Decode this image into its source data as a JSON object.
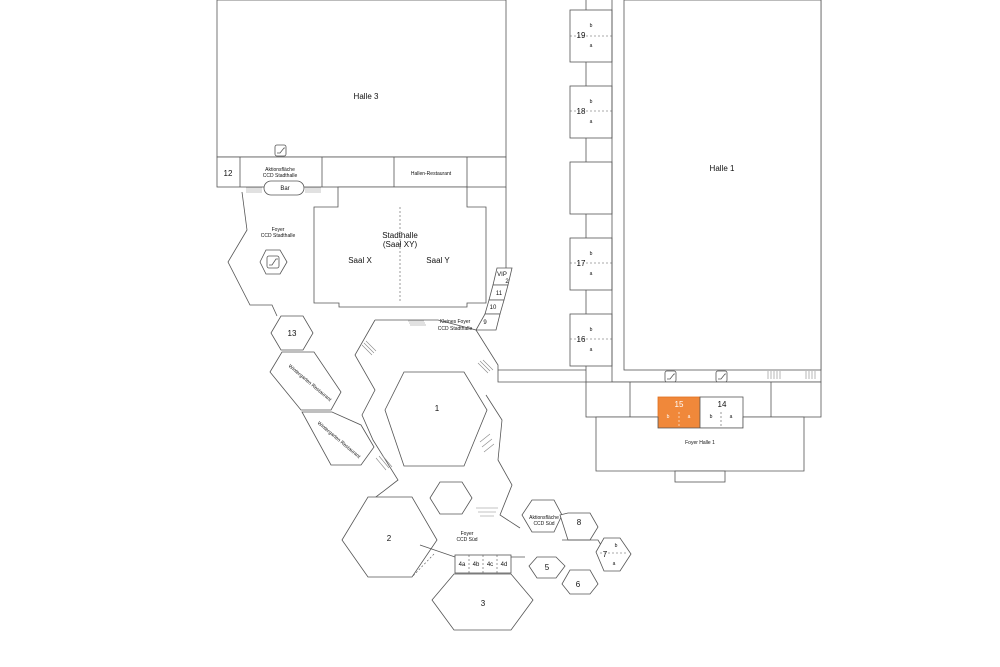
{
  "rooms": {
    "halle3": "Halle 3",
    "halle1": "Halle 1",
    "r12": "12",
    "aktion_ccd_stadthalle_1": "Aktionsfläche",
    "aktion_ccd_stadthalle_2": "CCD Stadthalle",
    "hallen_restaurant": "Hallen-Restaurant",
    "bar": "Bar",
    "foyer_stadthalle_1": "Foyer",
    "foyer_stadthalle_2": "CCD Stadthalle",
    "stadthalle_1": "Stadthalle",
    "stadthalle_2": "(Saal XY)",
    "saal_x": "Saal X",
    "saal_y": "Saal Y",
    "vip": "VIP",
    "r2_small": "2",
    "r11": "11",
    "r10": "10",
    "r9": "9",
    "kleines_foyer_1": "Kleines Foyer",
    "kleines_foyer_2": "CCD Stadthalle",
    "r13": "13",
    "wintergarten_1": "Wintergarten Restaurant",
    "wintergarten_2": "Wintergarten Restaurant",
    "r1": "1",
    "r2": "2",
    "foyer_sued_1": "Foyer",
    "foyer_sued_2": "CCD Süd",
    "aktion_sued_1": "Aktionsfläche",
    "aktion_sued_2": "CCD Süd",
    "r3": "3",
    "r4a": "4a",
    "r4b": "4b",
    "r4c": "4c",
    "r4d": "4d",
    "r5": "5",
    "r6": "6",
    "r7": "7",
    "r7a": "a",
    "r7b": "b",
    "r8": "8",
    "r19": "19",
    "r19a": "a",
    "r19b": "b",
    "r18": "18",
    "r18a": "a",
    "r18b": "b",
    "r17": "17",
    "r17a": "a",
    "r17b": "b",
    "r16": "16",
    "r16a": "a",
    "r16b": "b",
    "r15": "15",
    "r15a": "a",
    "r15b": "b",
    "r14": "14",
    "r14a": "a",
    "r14b": "b",
    "foyer_halle1": "Foyer Halle 1"
  },
  "colors": {
    "highlight": "#f0883a",
    "walls": "#555555",
    "background": "#ffffff"
  },
  "icons": [
    "escalator-icon",
    "stairs-icon"
  ]
}
